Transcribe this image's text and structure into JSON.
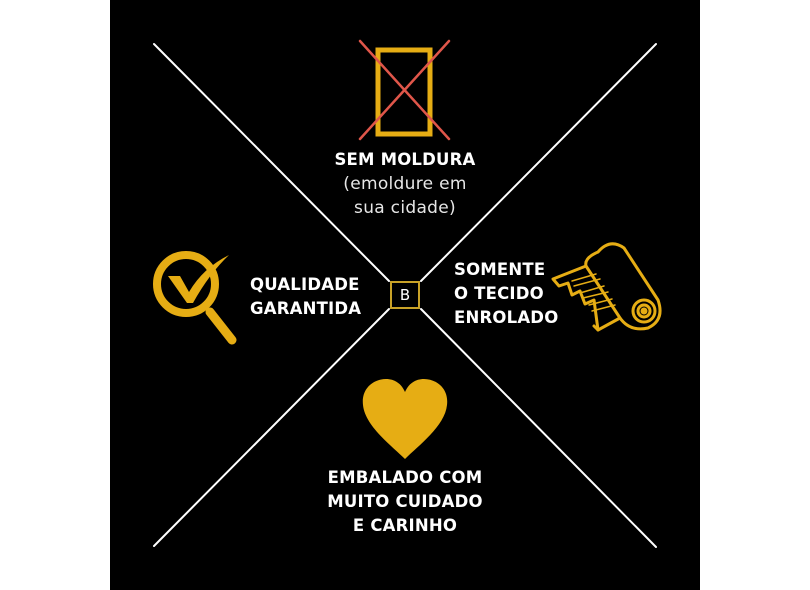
{
  "colors": {
    "background": "#000000",
    "gold": "#e6ad14",
    "badge_border": "#c9a227",
    "cross_red": "#e0564a",
    "text": "#ffffff",
    "lines": "#ffffff"
  },
  "center_badge": {
    "letter": "B"
  },
  "features": {
    "top": {
      "icon": "no-frame-icon",
      "title": "SEM MOLDURA",
      "subtitle_line1": "(emoldure em",
      "subtitle_line2": "sua cidade)"
    },
    "left": {
      "icon": "quality-magnifier-check-icon",
      "line1": "QUALIDADE",
      "line2": "GARANTIDA"
    },
    "right": {
      "icon": "fabric-roll-icon",
      "line1": "SOMENTE",
      "line2": "O TECIDO",
      "line3": "ENROLADO"
    },
    "bottom": {
      "icon": "heart-icon",
      "line1": "EMBALADO COM",
      "line2": "MUITO CUIDADO",
      "line3": "E CARINHO"
    }
  }
}
